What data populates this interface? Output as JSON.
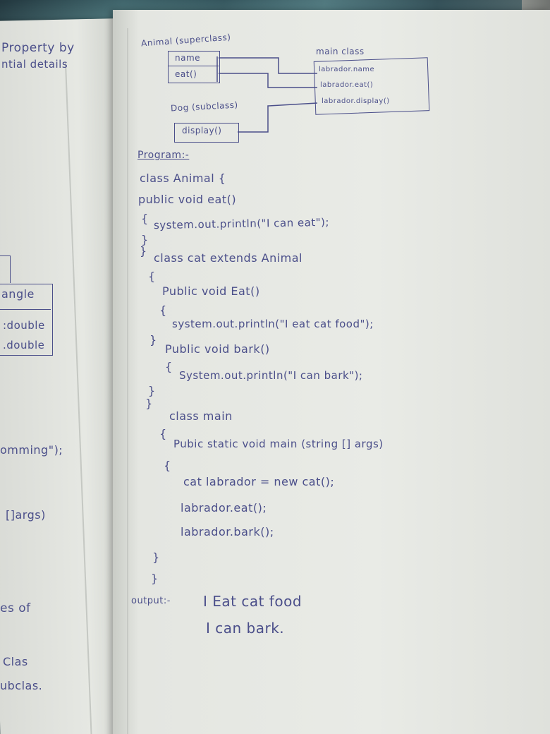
{
  "left_page": {
    "lines": [
      "Property by",
      "ntial details",
      "angle",
      ":double",
      ".double",
      "omming\");",
      "[]args)",
      "es of",
      "Clas",
      "ubclas."
    ]
  },
  "diagram": {
    "superclass_title": "Animal (superclass)",
    "superclass_fields": [
      "name",
      "eat()"
    ],
    "subclass_title": "Dog (subclass)",
    "subclass_method": "display()",
    "main_title": "main class",
    "main_lines": [
      "labrador.name",
      "labrador.eat()",
      "labrador.display()"
    ]
  },
  "program": {
    "heading": "Program:-",
    "lines": [
      "class Animal {",
      "public void eat()",
      "{",
      "system.out.println(\"I can eat\");",
      "}",
      "}",
      "class cat extends Animal",
      "{",
      "Public void Eat()",
      "{",
      "system.out.println(\"I eat cat food\");",
      "}",
      "Public void bark()",
      "{",
      "System.out.println(\"I can bark\");",
      "}",
      "}",
      "class main",
      "{",
      "Pubic static void main (string [] args)",
      "{",
      "cat labrador = new cat();",
      "labrador.eat();",
      "labrador.bark();",
      "}",
      "}"
    ]
  },
  "output": {
    "label": "output:-",
    "line1": "I Eat cat food",
    "line2": "I can bark."
  }
}
